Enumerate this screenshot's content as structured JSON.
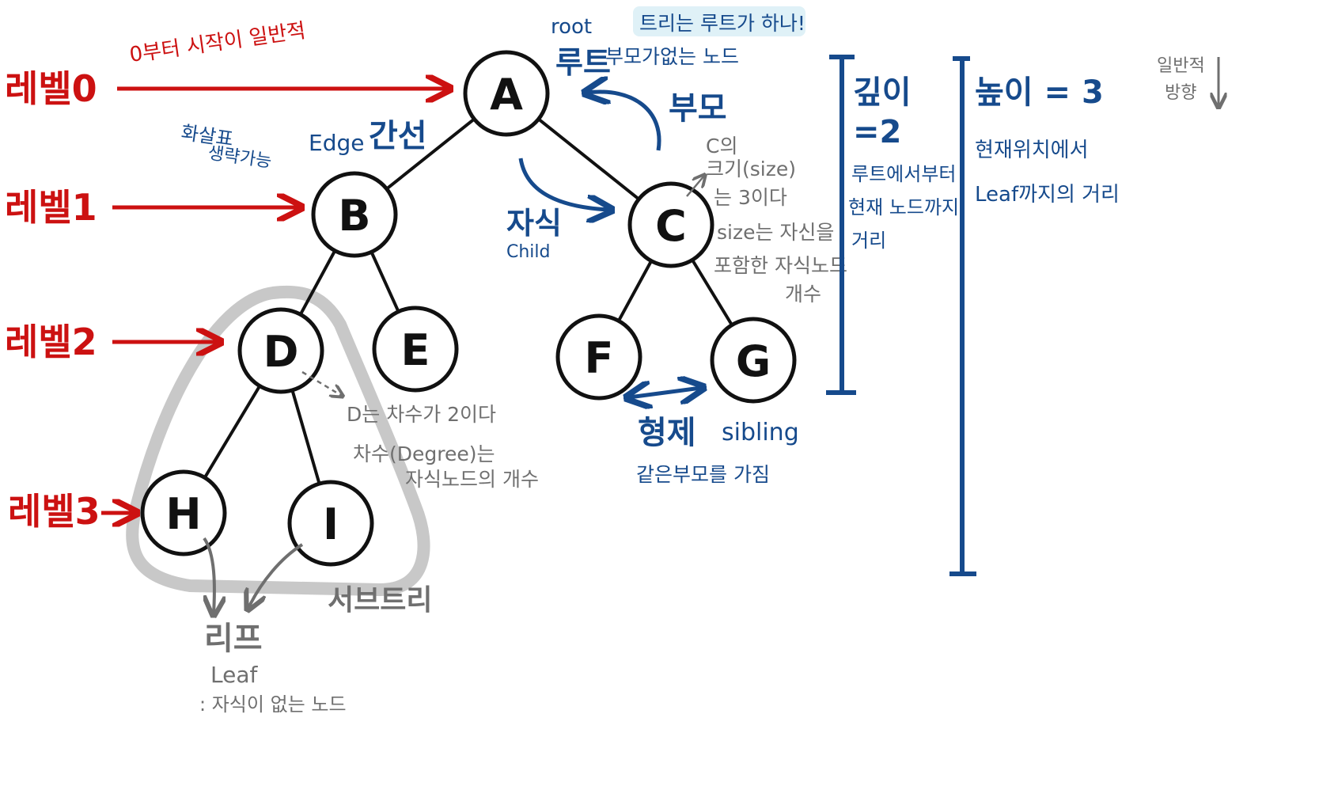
{
  "levels": {
    "level0": "레벨0",
    "level1": "레벨1",
    "level2": "레벨2",
    "level3": "레벨3",
    "level0_note": "0부터 시작이 일반적"
  },
  "root": {
    "en": "root",
    "note": "트리는 루트가 하나!",
    "title": "루트",
    "desc": "부모가없는 노드"
  },
  "parent_label": "부모",
  "edge": {
    "arrow_note_1": "화살표",
    "arrow_note_2": "생략가능",
    "en": "Edge",
    "kr": "간선"
  },
  "child": {
    "kr": "자식",
    "en": "Child"
  },
  "size_note": {
    "l1": "C의",
    "l2": "크기(size)",
    "l3": "는 3이다",
    "l4": "size는 자신을",
    "l5": "포함한 자식노드",
    "l6": "개수"
  },
  "depth": {
    "title_1": "깊이",
    "title_2": "=2",
    "desc_1": "루트에서부터",
    "desc_2": "현재 노드까지",
    "desc_3": "거리"
  },
  "height": {
    "title": "높이 = 3",
    "desc_1": "현재위치에서",
    "desc_2": "Leaf까지의 거리"
  },
  "direction": {
    "l1": "일반적",
    "l2": "방향"
  },
  "degree_note": {
    "l1": "D는 차수가 2이다",
    "l2": "차수(Degree)는",
    "l3": "자식노드의 개수"
  },
  "sibling": {
    "kr": "형제",
    "en": "sibling",
    "desc": "같은부모를 가짐"
  },
  "subtree_label": "서브트리",
  "leaf": {
    "kr": "리프",
    "en": "Leaf",
    "desc": ": 자식이 없는 노드"
  },
  "nodes": [
    "A",
    "B",
    "C",
    "D",
    "E",
    "F",
    "G",
    "H",
    "I"
  ],
  "colors": {
    "red": "#cc1111",
    "blue": "#164a8c",
    "gray": "#6f6f6f",
    "subtree_outline": "#c8c8c8",
    "node_stroke": "#111111"
  }
}
